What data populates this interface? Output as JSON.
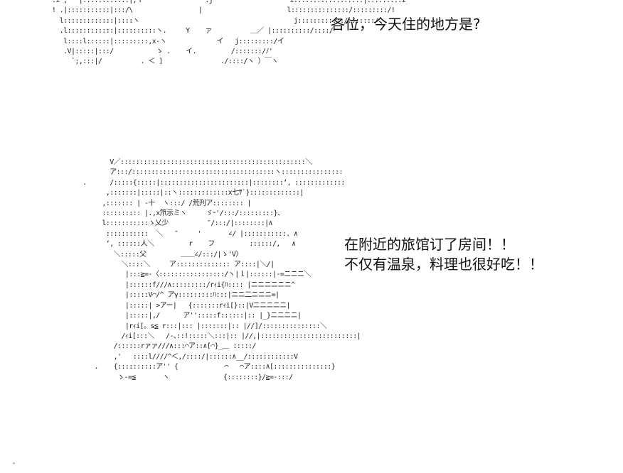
{
  "art": {
    "top": [
      "  .i ,'  |::::::::::::|;ｉ'               .j                    i::::::::::::::::::|:::::::::i",
      "  ! .|:::::::::::|:::/\\                 |                      l:::::::::::::::/:::::::::/!",
      "    l:::::::::::::|::::ヽ                                        j::::::::::::/:::::::/",
      "    .l::::::::::::|::::::::::ヽ.     Y    ァ          ＿／ |::::::::::/::::/",
      "     l::::l::::::|:::::::::,x-ヽ             イ   j:::::::::/イ",
      "     .V|:::::|:::/           ゝ .    イ.         /:::::::/ﾉ'",
      "       `;,:::|/          . ＜ ]               ./::::/ヽ ）￣ヽ"
    ],
    "bottom": [
      "          V／::::::::::::::::::::::::::::::::::::::::::::::::＼",
      "          ア:::/:::::::::::::::::::::::::::::::::::::ヽ::::::::::::::::",
      "   .      /:::::{:::::|:::::::::::::::::::::::|::::::::‘, :::::::::::::",
      "         ,:::::::|:::::|::ヽ:::::::::::::x七ｻ`}:::::::::::::|",
      "        ,::::::: | ‐十  ヽ:::/ /荒刋ア:::::::: |",
      "        :::::::::: |.,x笊示ミヽ     ゞｰ'/:::/:::::::::}、",
      "        l:::::::::::ゝ乂少          ″/:::/|::::::::|∧",
      "         :::::::::::  ＼   ″     '       ∠/ |:::::::::::. ∧",
      "         ‘, ::::::人＼         r    フ         ::::::/,   ∧",
      "           ＼:::::父         ＿＿∠/:::/|ゝ'V〉",
      "             ＼::::＼     ア:::::::::::::: ア::::|＼/|",
      "              |:::≧=-〈:::::::::::::::::/ヽ|ｌ|::::::|-=ニニニ＼",
      "              |::::::f///∧:::::::::/rｨi{ﾊ:::: |ニニニニニニ^",
      "              |:::::V⌒/^ アγ:::::::::ﾊ:::|ニニ二ニニニ=|",
      "              |:::::| >アー|   {:::::::rｨi[}::|Vニニニニニ|",
      "              |:::::|,/      ア'':::::f::::::|:: |_}ニニニニ|",
      "              |rｨi[。s≦ r:::|::: |:::::::|:: |//]/:::::::::::::::＼",
      "             /ｨi[:::＼   /-､::!:::::＼:::|:: |//,|:::::::::::::::::::::::::|",
      "           /::::::rァァ///∧:::⌒ア::∧[⌒}_＿ :::::/",
      "           ,'   ::::l////^＜,/::::/|::::::∧__/::::::::::::V",
      "      .    {::::::::::ア'' {            ⌒   ⌒ア::::∧[:::::::::::::::}",
      "            ゝ-=≦       ヽ              {::::::::}/≧=-:::/"
    ]
  },
  "dialogue_top": {
    "line1": "各位，今天住的地方是?"
  },
  "dialogue_bottom": {
    "line1": "在附近的旅馆订了房间！！",
    "line2": "不仅有温泉，料理也很好吃！！"
  },
  "corner_mark": "ﾞ"
}
